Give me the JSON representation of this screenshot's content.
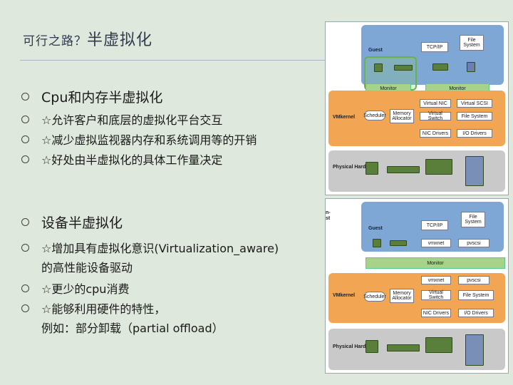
{
  "slide": {
    "title_prefix": "可行之路？",
    "title_main": "半虚拟化",
    "section1": {
      "heading": "Cpu和内存半虚拟化",
      "items": [
        "☆允许客户和底层的虚拟化平台交互",
        "☆减少虚拟监视器内存和系统调用等的开销",
        "☆好处由半虚拟化的具体工作量决定"
      ]
    },
    "section2": {
      "heading": "设备半虚拟化",
      "items": [
        "☆增加具有虚拟化意识(Virtualization_aware)",
        "   的高性能设备驱动",
        "☆更少的cpu消费",
        "☆能够利用硬件的特性，",
        "   例如：部分卸载（partial offload）"
      ]
    }
  },
  "diagram1": {
    "guest": "Guest",
    "tcpip": "TCP/IP",
    "filesystem": "File System",
    "monitor_a": "Monitor",
    "monitor_b": "Monitor",
    "vmkernel": "VMkernel",
    "scheduler": "Scheduler",
    "memalloc": "Memory Allocator",
    "vnic": "Virtual NIC",
    "vscsi": "Virtual SCSI",
    "vswitch": "Virtual Switch",
    "fs": "File System",
    "nicdrivers": "NIC Drivers",
    "iodrivers": "I/O Drivers",
    "hardware": "Physical Hardware"
  },
  "diagram2": {
    "cut_label": "n- st",
    "guest": "Guest",
    "tcpip": "TCP/IP",
    "filesystem": "File System",
    "vmxnet": "vmxnet",
    "pvscsi": "pvscsi",
    "monitor": "Monitor",
    "vmxnet2": "vmxnet",
    "pvscsi2": "pvscsi",
    "vmkernel": "VMkernel",
    "scheduler": "Scheduler",
    "memalloc": "Memory Allocator",
    "vswitch": "Virtual Switch",
    "fs": "File System",
    "nicdrivers": "NIC Drivers",
    "iodrivers": "I/O Drivers",
    "hardware": "Physical Hardware"
  }
}
